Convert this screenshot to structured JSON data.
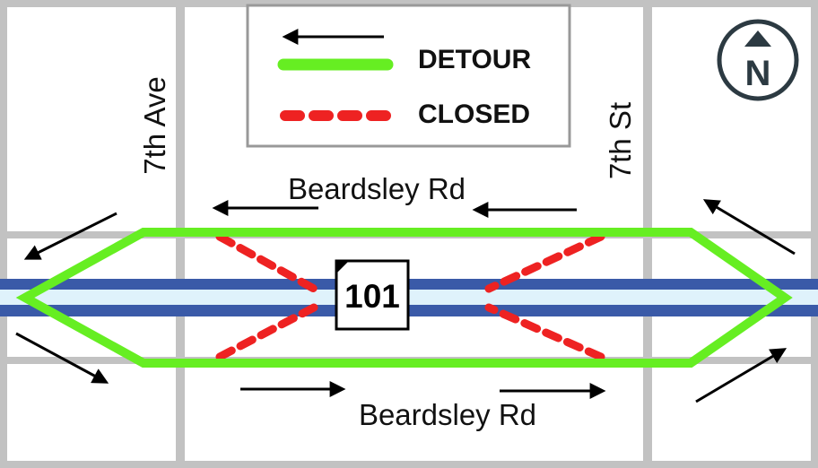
{
  "streets": {
    "west_avenue": "7th Ave",
    "east_street": "7th St",
    "road_north_label": "Beardsley Rd",
    "road_south_label": "Beardsley Rd"
  },
  "highway": {
    "route_number": "101"
  },
  "legend": {
    "detour_label": "DETOUR",
    "closed_label": "CLOSED"
  },
  "north_arrow": {
    "letter": "N"
  },
  "colors": {
    "detour": "#66ee22",
    "closed": "#ee2222",
    "highway_outer": "#3a5aa8",
    "highway_inner": "#dff2fb",
    "streets": "#c2c2c2",
    "north_badge": "#2c3a42"
  }
}
